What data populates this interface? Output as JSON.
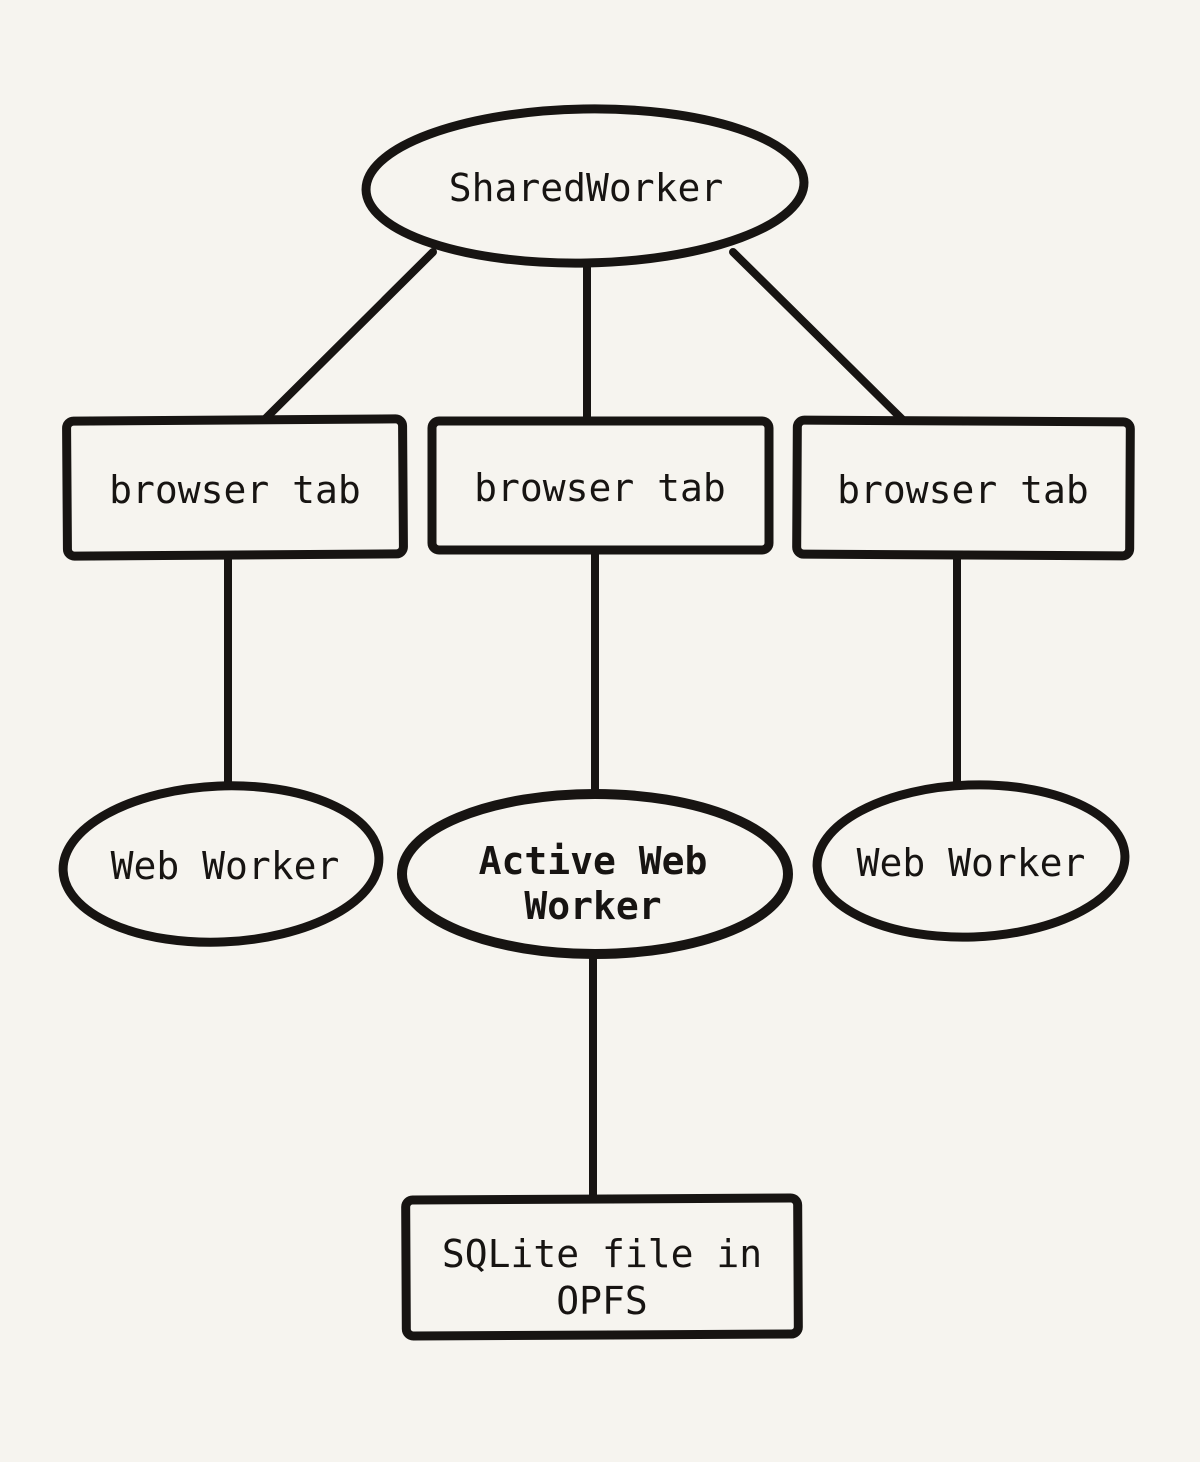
{
  "diagram": {
    "colors": {
      "background": "#f6f4ef",
      "ink": "#171412",
      "accent_blue": "#1b7ce6"
    },
    "nodes": {
      "shared_worker": {
        "label": "SharedWorker"
      },
      "browser_tab_left": {
        "label": "browser tab"
      },
      "browser_tab_center": {
        "label": "browser tab"
      },
      "browser_tab_right": {
        "label": "browser tab"
      },
      "web_worker_left": {
        "label": "Web Worker"
      },
      "active_web_worker": {
        "label_line1": "Active Web",
        "label_line2": "Worker"
      },
      "web_worker_right": {
        "label": "Web Worker"
      },
      "sqlite_opfs": {
        "label_line1": "SQLite file in",
        "label_line2": "OPFS"
      }
    },
    "edges": [
      {
        "from": "shared_worker",
        "to": "browser_tab_left"
      },
      {
        "from": "shared_worker",
        "to": "browser_tab_center"
      },
      {
        "from": "shared_worker",
        "to": "browser_tab_right"
      },
      {
        "from": "browser_tab_left",
        "to": "web_worker_left"
      },
      {
        "from": "browser_tab_center",
        "to": "active_web_worker"
      },
      {
        "from": "browser_tab_right",
        "to": "web_worker_right"
      },
      {
        "from": "active_web_worker",
        "to": "sqlite_opfs"
      }
    ]
  }
}
